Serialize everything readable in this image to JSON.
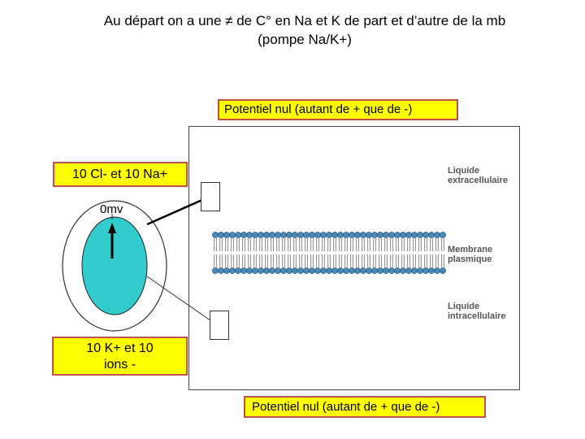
{
  "title": {
    "line1": "Au départ on a une ≠ de C° en Na et K de part et d’autre de la mb",
    "line2": "(pompe Na/K+)"
  },
  "labels": {
    "top": "Potentiel nul (autant de + que de -)",
    "bottom": "Potentiel nul (autant de + que de -)",
    "ions_outside": "10 Cl- et 10 Na+",
    "ions_inside_line1": "10 K+ et 10",
    "ions_inside_line2": "ions -"
  },
  "voltmeter": {
    "reading": "0mv",
    "needle": "pointing-up-icon"
  },
  "diagram": {
    "extracellular_line1": "Liquide",
    "extracellular_line2": "extracellulaire",
    "membrane_line1": "Membrane",
    "membrane_line2": "plasmique",
    "intracellular_line1": "Liquide",
    "intracellular_line2": "intracellulaire"
  },
  "colors": {
    "label_fill": "#ffff00",
    "label_border": "#c0504d",
    "voltmeter_face": "#33cccc",
    "phospholipid_head": "#4a88b8"
  }
}
